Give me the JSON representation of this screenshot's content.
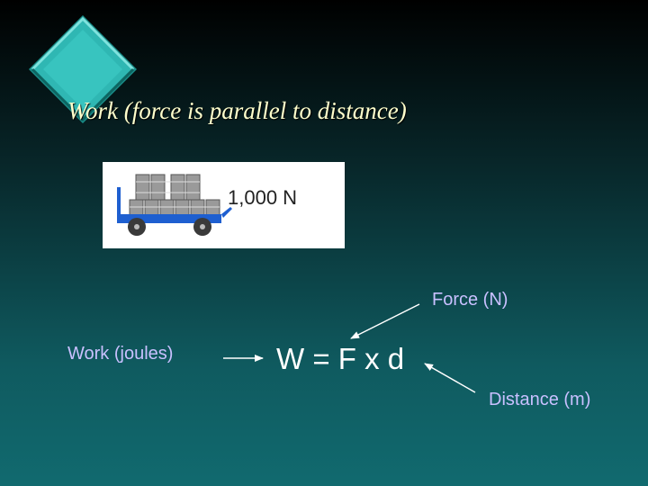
{
  "title": "Work (force is parallel to distance)",
  "image": {
    "force_value": "1,000 N"
  },
  "labels": {
    "force": "Force (N)",
    "work": "Work (joules)",
    "distance": "Distance (m)"
  },
  "equation": "W = F x d",
  "colors": {
    "title": "#ffffcc",
    "labels": "#c9c0ff",
    "equation": "#ffffff",
    "diamond": "#33bdb8",
    "cart_blue": "#1e5fd0"
  },
  "icons": [
    "diamond-bullet-icon",
    "cart-icon",
    "arrow-icon"
  ]
}
